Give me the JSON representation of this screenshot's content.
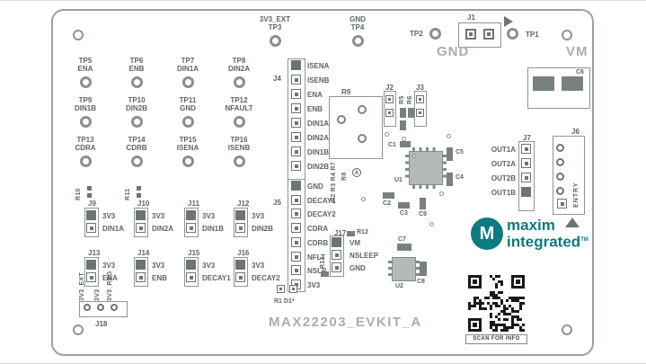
{
  "board": {
    "title": "MAX22203_EVKIT_A"
  },
  "big_labels": {
    "gnd": "GND",
    "vm": "VM"
  },
  "brand": {
    "monogram": "M",
    "line1": "maxim",
    "line2": "integrated",
    "tm": "TM"
  },
  "qr_caption": "SCAN FOR INFO",
  "top": {
    "tp3_signal": "3V3_EXT",
    "tp3_ref": "TP3",
    "tp4_signal": "GND",
    "tp4_ref": "TP4",
    "tp2_ref": "TP2",
    "j1_ref": "J1",
    "tp1_ref": "TP1",
    "c6_ref": "C6"
  },
  "tp_grid": [
    {
      "ref": "TP5",
      "signal": "ENA"
    },
    {
      "ref": "TP6",
      "signal": "ENB"
    },
    {
      "ref": "TP7",
      "signal": "DIN1A"
    },
    {
      "ref": "TP8",
      "signal": "DIN2A"
    },
    {
      "ref": "TP9",
      "signal": "DIN1B"
    },
    {
      "ref": "TP10",
      "signal": "DIN2B"
    },
    {
      "ref": "TP11",
      "signal": "GND"
    },
    {
      "ref": "TP12",
      "signal": "NFAULT"
    },
    {
      "ref": "TP13",
      "signal": "CDRA"
    },
    {
      "ref": "TP14",
      "signal": "CDRB"
    },
    {
      "ref": "TP15",
      "signal": "ISENA"
    },
    {
      "ref": "TP16",
      "signal": "ISENB"
    }
  ],
  "j4": {
    "ref": "J4",
    "pins": [
      "ISENA",
      "ISENB",
      "ENA",
      "ENB",
      "DIN1A",
      "DIN2A",
      "DIN1B",
      "DIN2B"
    ]
  },
  "j5": {
    "ref": "J5",
    "pins": [
      "GND",
      "DECAY1",
      "DECAY2",
      "CDRA",
      "CDRB",
      "NFLT",
      "NSLP",
      "3V3"
    ]
  },
  "center": {
    "r9": "R9",
    "j2": "J2",
    "j3": "J3",
    "r5": "R5",
    "r6": "R6",
    "r_cluster": "R2 R3 R4 R7",
    "r8": "R8",
    "ammeter": "A",
    "c1": "C1",
    "u1": "U1",
    "c5": "C5",
    "c4": "C4",
    "c2": "C2",
    "c3": "C3",
    "c9": "C9"
  },
  "j17": {
    "ref": "J17",
    "pins": [
      "VM",
      "NSLEEP",
      "GND"
    ],
    "r12": "R12",
    "r13": "R13"
  },
  "u2_area": {
    "u2": "U2",
    "c7": "C7",
    "c8": "C8"
  },
  "j7": {
    "ref": "J7",
    "pins": [
      "OUT1A",
      "OUT2A",
      "OUT2B",
      "OUT1B"
    ]
  },
  "j6": {
    "ref": "J6",
    "vertical_label": "ENTRY"
  },
  "jumpers": [
    {
      "ref": "J9",
      "top": "3V3",
      "bottom": "DIN1A"
    },
    {
      "ref": "J10",
      "top": "3V3",
      "bottom": "DIN2A"
    },
    {
      "ref": "J11",
      "top": "3V3",
      "bottom": "DIN1B"
    },
    {
      "ref": "J12",
      "top": "3V3",
      "bottom": "DIN2B"
    },
    {
      "ref": "J13",
      "top": "3V3",
      "bottom": "ENA"
    },
    {
      "ref": "J14",
      "top": "3V3",
      "bottom": "ENB"
    },
    {
      "ref": "J15",
      "top": "3V3",
      "bottom": "DECAY1"
    },
    {
      "ref": "J16",
      "top": "3V3",
      "bottom": "DECAY2"
    }
  ],
  "left_resistors": {
    "r10": "R10",
    "r11": "R11"
  },
  "j18": {
    "ref": "J18",
    "labels": [
      "3V3_EXT",
      "3V3",
      "3V3_REG"
    ]
  },
  "bottom_parts": {
    "r1d1": "R1 D1*"
  },
  "colors": {
    "brand_teal": "#0d7a80",
    "silkscreen": "#5d6464",
    "board_outline": "#9aa0a0"
  }
}
